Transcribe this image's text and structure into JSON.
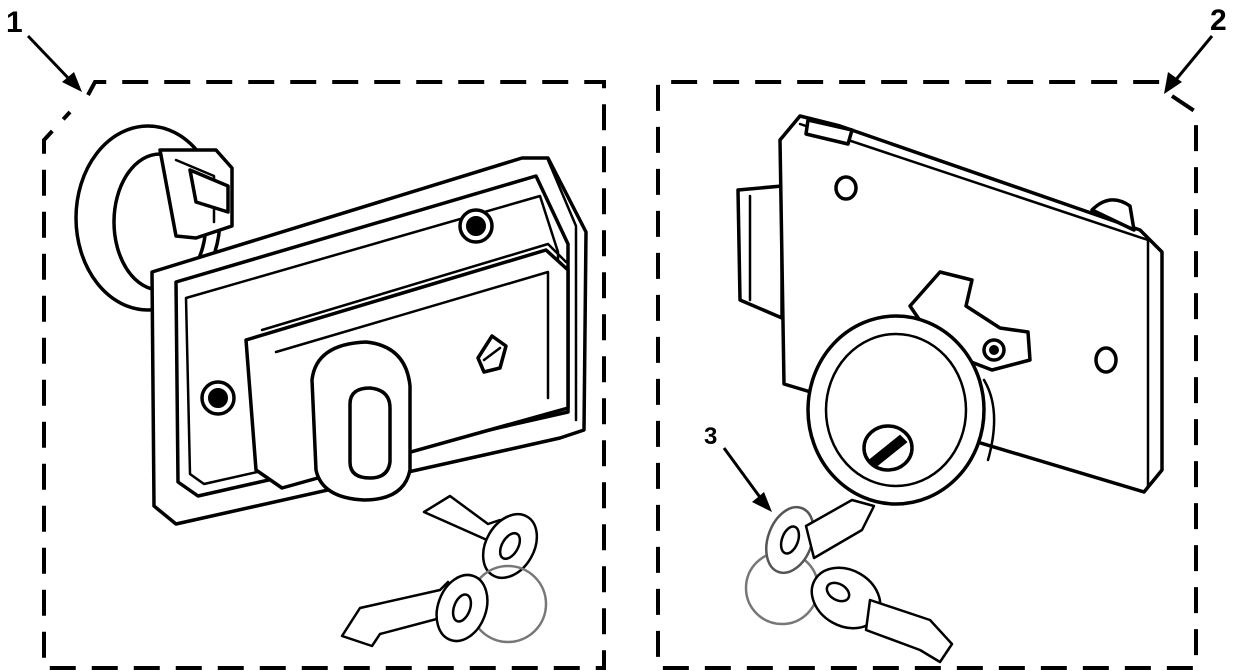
{
  "callouts": [
    {
      "id": "1",
      "label": "1"
    },
    {
      "id": "2",
      "label": "2"
    },
    {
      "id": "3",
      "label": "3"
    }
  ],
  "panels": [
    {
      "id": "panel-1",
      "callout": "1"
    },
    {
      "id": "panel-2",
      "callout": "2"
    }
  ],
  "colors": {
    "ink": "#000000",
    "background": "#ffffff",
    "ring": "#777777"
  }
}
